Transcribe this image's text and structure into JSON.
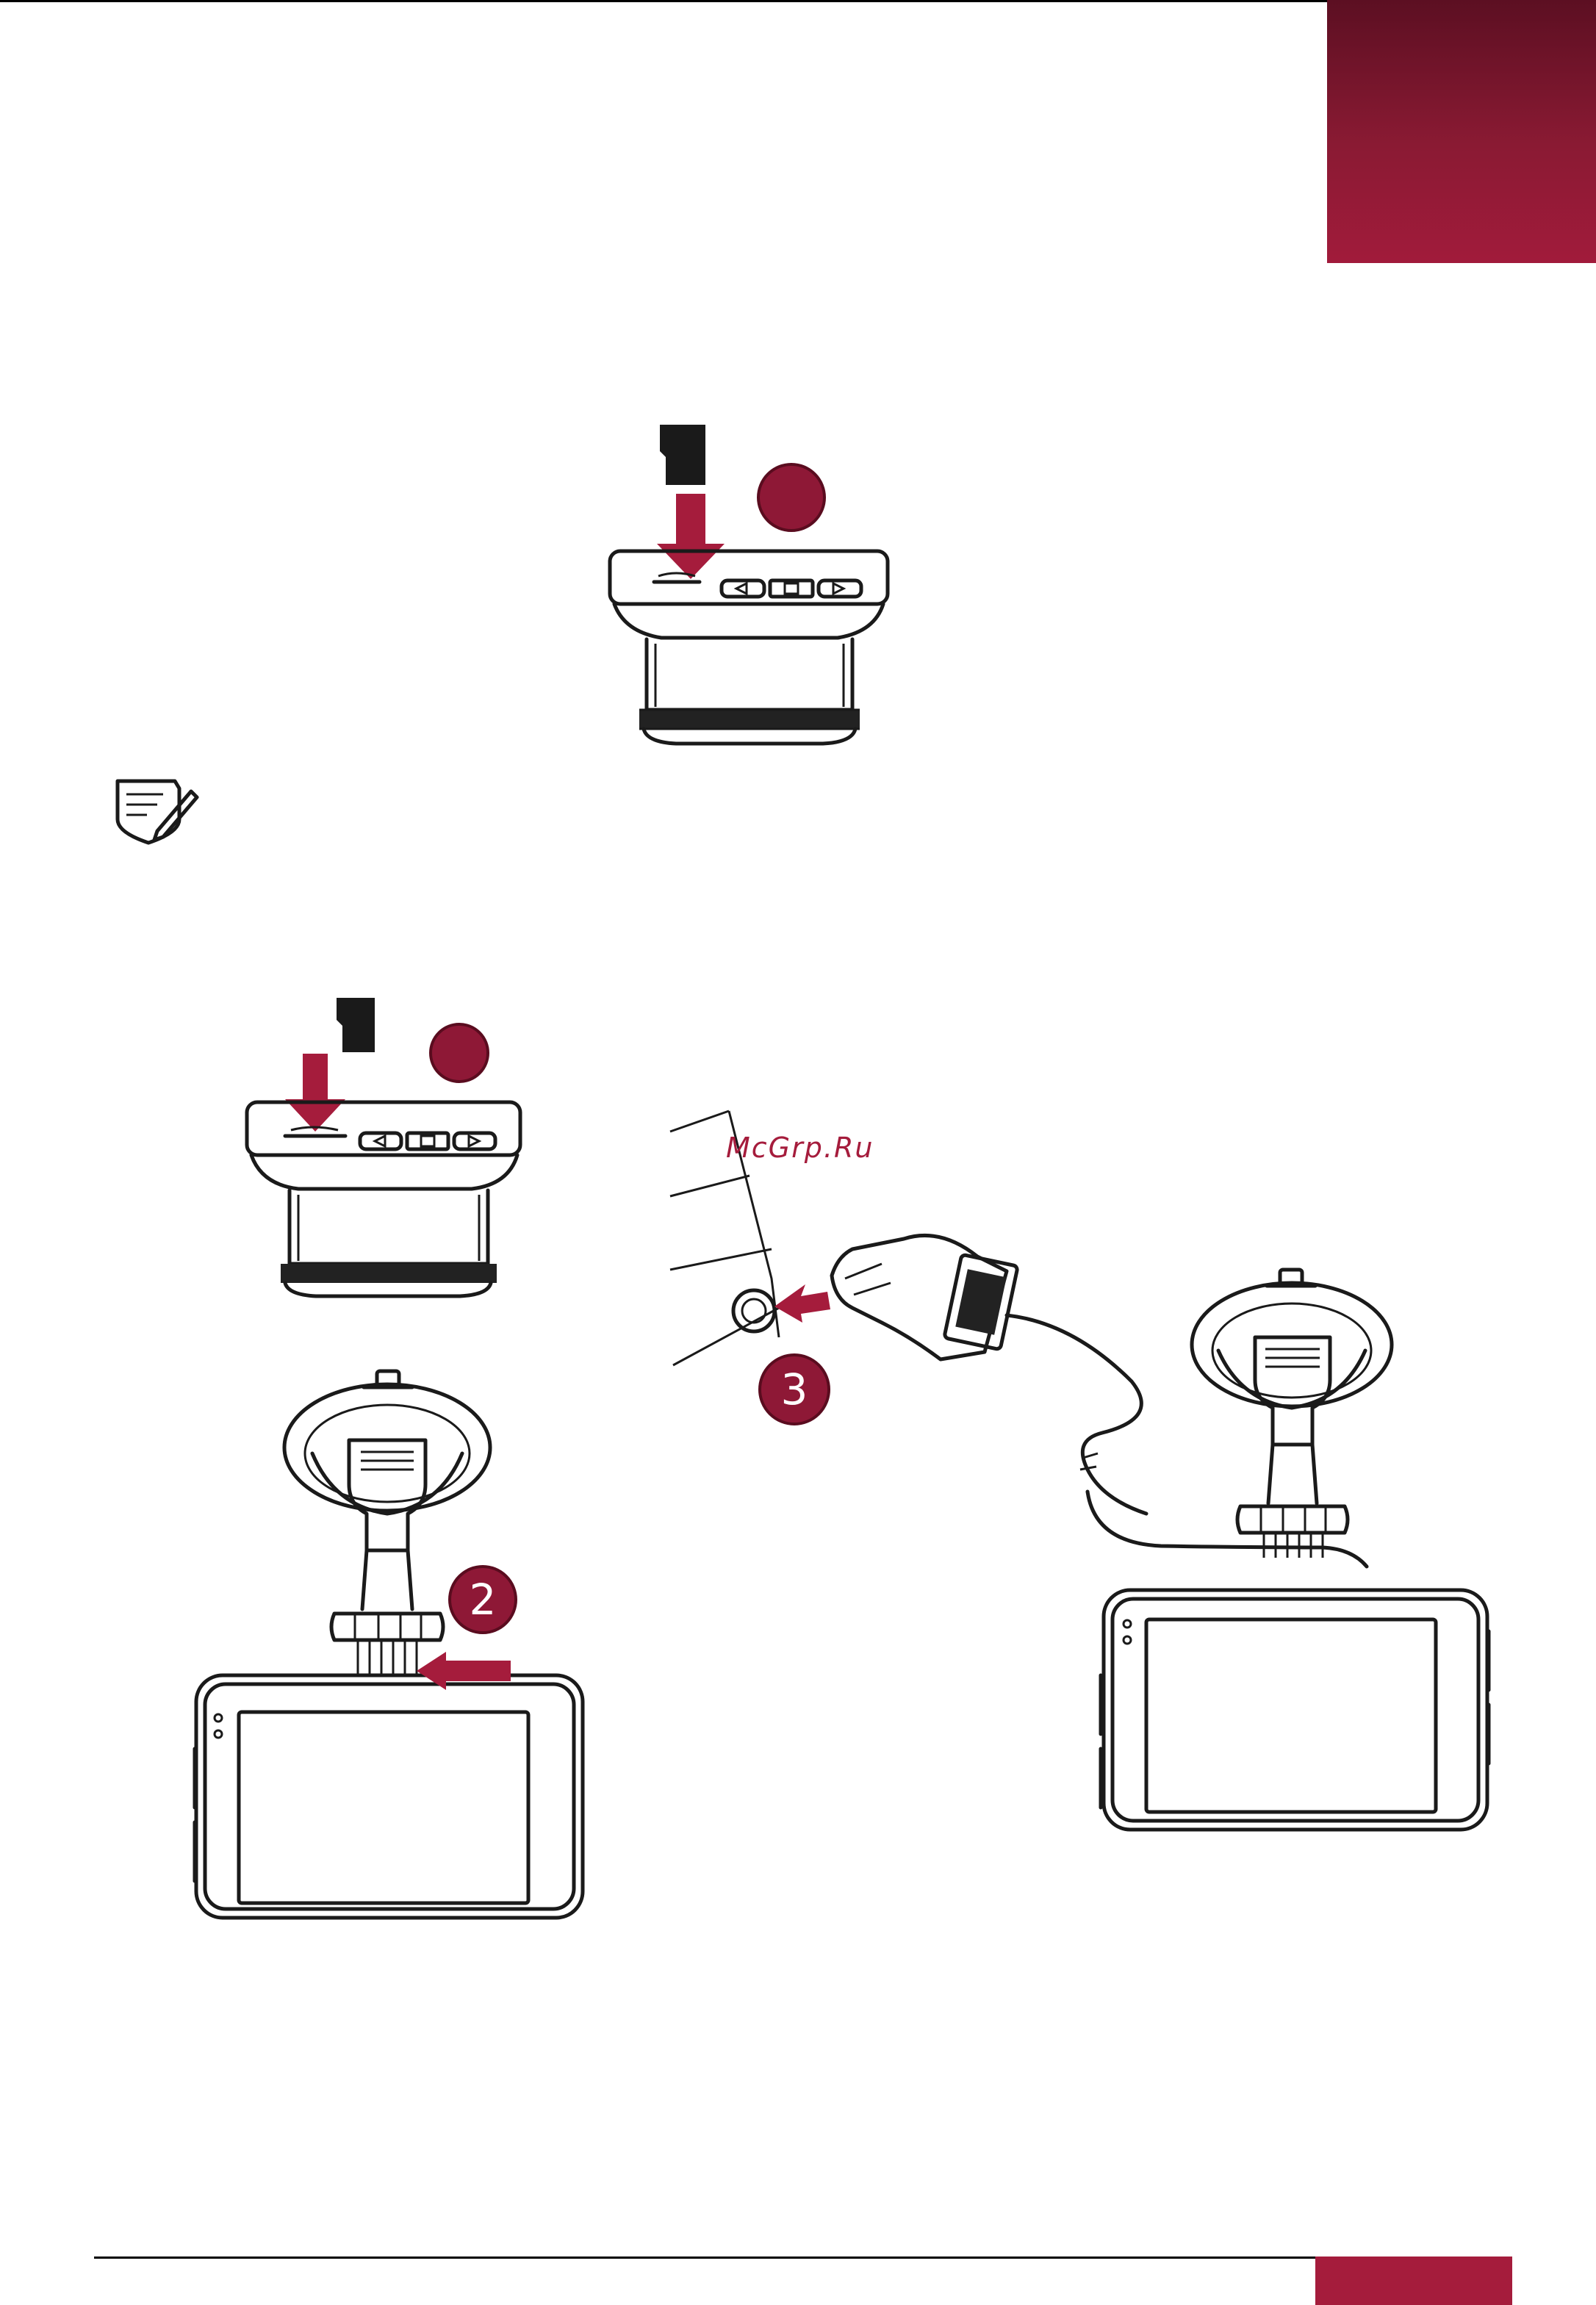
{
  "steps": {
    "badge_2": "2",
    "badge_3": "3"
  },
  "watermark": "McGrp.Ru",
  "icons": {
    "note": "note-pencil-icon",
    "sd_card": "microsd-card-icon"
  },
  "colors": {
    "accent": "#a51c3c",
    "accent_dark": "#5c0f22"
  }
}
